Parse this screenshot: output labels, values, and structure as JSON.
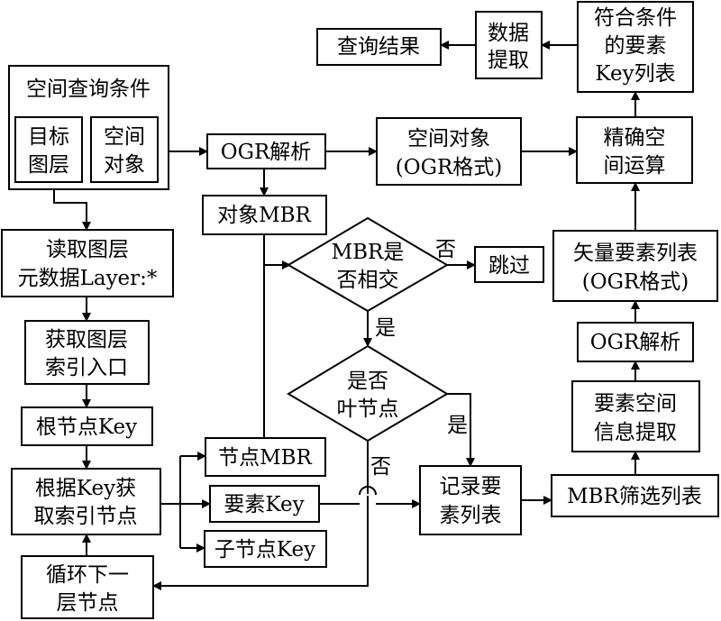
{
  "nodes": {
    "query_result": [
      "查询结果"
    ],
    "data_extract": [
      "数据",
      "提取"
    ],
    "matching_keys": [
      "符合条件",
      "的要素",
      "Key列表"
    ],
    "spatial_query": [
      "空间查询条件"
    ],
    "target_layer": [
      "目标",
      "图层"
    ],
    "spatial_object": [
      "空间",
      "对象"
    ],
    "ogr_parse_top": [
      "OGR解析"
    ],
    "spatial_object_ogr": [
      "空间对象",
      "(OGR格式)"
    ],
    "exact_spatial_op": [
      "精确空",
      "间运算"
    ],
    "object_mbr": [
      "对象MBR"
    ],
    "read_layer_meta": [
      "读取图层",
      "元数据Layer:*"
    ],
    "mbr_intersect": [
      "MBR是",
      "否相交"
    ],
    "skip": [
      "跳过"
    ],
    "vector_feature_list": [
      "矢量要素列表",
      "(OGR格式)"
    ],
    "get_index_entry": [
      "获取图层",
      "索引入口"
    ],
    "ogr_parse_right": [
      "OGR解析"
    ],
    "is_leaf": [
      "是否",
      "叶节点"
    ],
    "feature_geom_extract": [
      "要素空间",
      "信息提取"
    ],
    "root_node_key": [
      "根节点Key"
    ],
    "node_mbr": [
      "节点MBR"
    ],
    "fetch_index_node": [
      "根据Key获",
      "取索引节点"
    ],
    "feature_key": [
      "要素Key"
    ],
    "record_features": [
      "记录要",
      "素列表"
    ],
    "mbr_filter_list": [
      "MBR筛选列表"
    ],
    "child_node_key": [
      "子节点Key"
    ],
    "loop_next_level": [
      "循环下一",
      "层节点"
    ]
  },
  "edge_labels": {
    "no_1": "否",
    "yes_1": "是",
    "yes_2": "是",
    "no_2": "否"
  }
}
